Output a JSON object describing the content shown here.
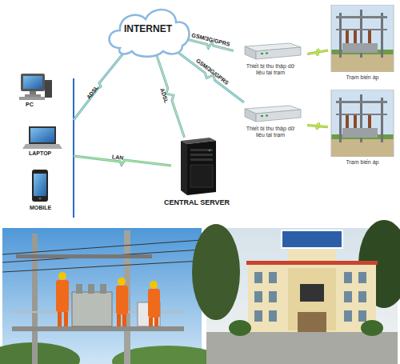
{
  "diagram": {
    "nodes": [
      {
        "text": [
          "INTERNET"
        ]
      },
      {
        "text": [
          "Thiết bị thu thập dữ liệu tại trạm"
        ]
      },
      {
        "text": [
          "Trạm biến áp"
        ]
      },
      {
        "text": [
          "Thiết bị thu thập dữ liệu tại trạm"
        ]
      },
      {
        "text": [
          "Trạm biến áp"
        ]
      },
      {
        "text": [
          "CENTRAL SERVER"
        ]
      }
    ],
    "edges": [
      {
        "from": 0,
        "to": 1,
        "label": "GSM/3G/GPRS",
        "arrow": "none"
      },
      {
        "from": 0,
        "to": 3,
        "label": "GSM/3G/GPRS",
        "arrow": "none"
      },
      {
        "from": 1,
        "to": 2,
        "arrow": "none"
      },
      {
        "from": 3,
        "to": 4,
        "arrow": "none"
      },
      {
        "from": 0,
        "to": 5,
        "label": "ADSL",
        "arrow": "none"
      }
    ],
    "labels": [
      "PC",
      "LAPTOP",
      "MOBILE",
      "ADSL",
      "LAN"
    ]
  }
}
